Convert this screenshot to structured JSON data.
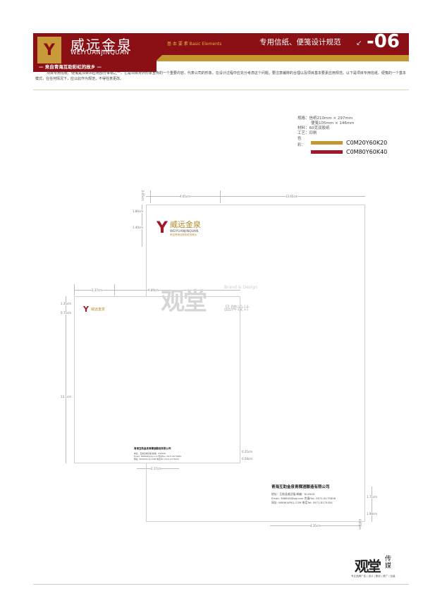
{
  "header": {
    "brand_cn": "威远金泉",
    "brand_en": "WEIYUANJINQUAN",
    "slogan": "— 来自青海互助彩虹的故乡 —",
    "section": "基 本 要 素  Basic Elements",
    "title": "专用信纸、便笺设计规范",
    "page_num": "-06",
    "colors": {
      "red": "#8a1015",
      "gold": "#c3962f"
    }
  },
  "intro": "项目专用信纸、便笺是项目VI应用部分事物之一。它是项目对外形象宣传的一个重要内容，代表公司的形象。在设计过程中应充分考虑这个问题，要注意编排的合理以及项目基本要素应用规范。以下是项目专用信纸、便笺的一个基本模式，在任何情况下，应以此作为规范，不得任意更改。",
  "spec": {
    "size_label": "规格：",
    "size_letter": "信纸210mm × 297mm",
    "size_note": "便笺105mm × 146mm",
    "material_label": "材料：",
    "material": "60克双胶纸",
    "process_label": "工艺：",
    "process": "印刷",
    "color_label": "色彩：",
    "swatches": [
      {
        "code": "C0M20Y60K20",
        "hex": "#c3962f"
      },
      {
        "code": "C0M80Y60K40",
        "hex": "#a0182a"
      }
    ]
  },
  "letterhead": {
    "logo_cn": "威远金泉",
    "logo_en": "WEIYUANJINQUAN",
    "logo_slogan": "来自青海互助彩虹的故乡",
    "company": "青海互助金泉青稞酒酿造有限公司",
    "address": "地址：互助县威远镇 邮编：810500",
    "email": "Email: 366849@qq.com   传真Fax: 0971-8175656",
    "web": "网址: WWW.WYJQ.COM   电话Tel: 0971-8175454"
  },
  "dimensions": {
    "top_small": "0.65cm",
    "left_margin": "4.65cm",
    "width_rest": "13.65cm",
    "top1": "1.80cm",
    "top2": "1.40cm",
    "note_left": "2.37cm",
    "note_gap": "9.89cm",
    "note_top1": "1.35cm",
    "note_top2": "0.75cm",
    "note_height": "13.1cm",
    "note_bottom": "2.37cm",
    "note_b1": "0.35cm",
    "note_b2": "0.58cm",
    "lh_bottom": "1.71cm",
    "lh_bottom2": "1.98cm",
    "lh_right": "4.35cm",
    "lh_corner": "0.65cm"
  },
  "watermark": {
    "mark": "观堂",
    "en": "Brand & Design",
    "cn": "品牌设计"
  },
  "footer": {
    "mark": "观堂",
    "suffix": "传媒",
    "tagline": "专业品牌广告 | 设计 | 策划 | 推广 | 包装"
  }
}
